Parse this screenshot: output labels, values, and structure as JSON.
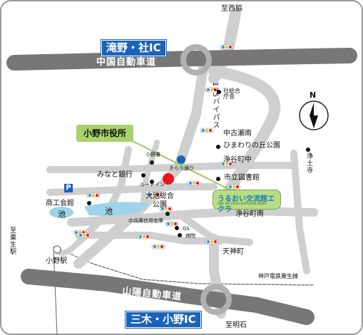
{
  "map": {
    "ic_top": "滝野・社IC",
    "ic_bottom": "三木・小野IC",
    "expressway_top": "中国自動車道",
    "expressway_bottom": "山陽自動車道",
    "railway": "神戸電鉄粟生線",
    "dest_north": "至西脇",
    "dest_south": "至明石",
    "dest_west": "至粟生駅",
    "bypass": "175バイパス",
    "city_hall": "小野市役所",
    "north_mark": "N",
    "facility_name": "うるおい交流館エクラ",
    "facility_sub": "ONO SHI URUOI KORYUKAN EKURA",
    "parking": "P",
    "labels": {
      "yashiro_office": "社総合\n庁舎",
      "nakafuruse_minami": "中古瀬南",
      "himawari": "ひまわりの丘公園",
      "jododera": "浄土寺",
      "jodocho_naka": "浄谷町中",
      "jodocho_minami": "浄谷町南",
      "kirara": "きらら通り",
      "library": "市立図書館",
      "ono_sho": "小野署",
      "minato_bank": "みなと銀行",
      "route_in": "ルートイン",
      "shoko": "商工会館",
      "oike": "大池総合\n公園",
      "shinkin": "中兵庫信用金庫",
      "gs": "GS",
      "hospital": "病院",
      "tenjincho": "天神町",
      "ono_station": "小野駅",
      "pond1": "池",
      "pond2": "池"
    }
  }
}
